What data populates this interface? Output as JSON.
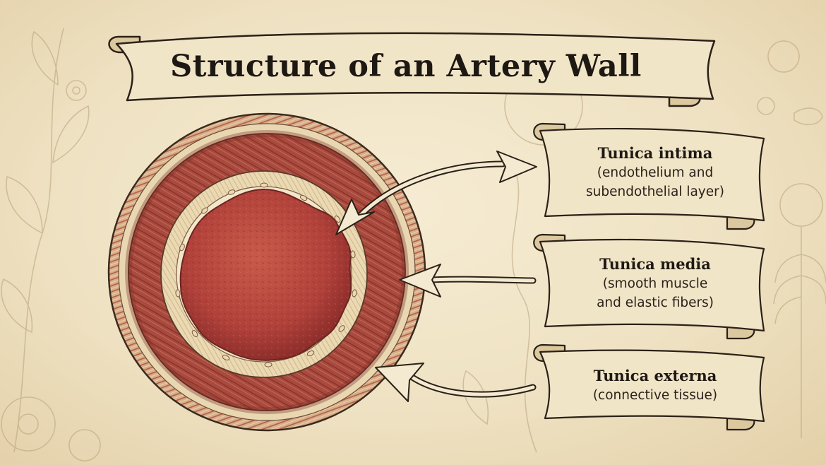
{
  "title": "Structure of an Artery Wall",
  "layers": [
    {
      "name": "Tunica intima",
      "desc_line1": "(endothelium and",
      "desc_line2": "subendothelial layer)"
    },
    {
      "name": "Tunica media",
      "desc_line1": "(smooth muscle",
      "desc_line2": "and elastic fibers)"
    },
    {
      "name": "Tunica externa",
      "desc_line1": "(connective tissue)",
      "desc_line2": ""
    }
  ],
  "colors": {
    "parchment": "#efe3c6",
    "banner": "#f1e5c8",
    "outline": "#2b2118",
    "lumen": "#b6473a",
    "media": "#a4463c",
    "intima_band": "#ead9b3",
    "adventitia_stripe": "#b25b4c"
  }
}
